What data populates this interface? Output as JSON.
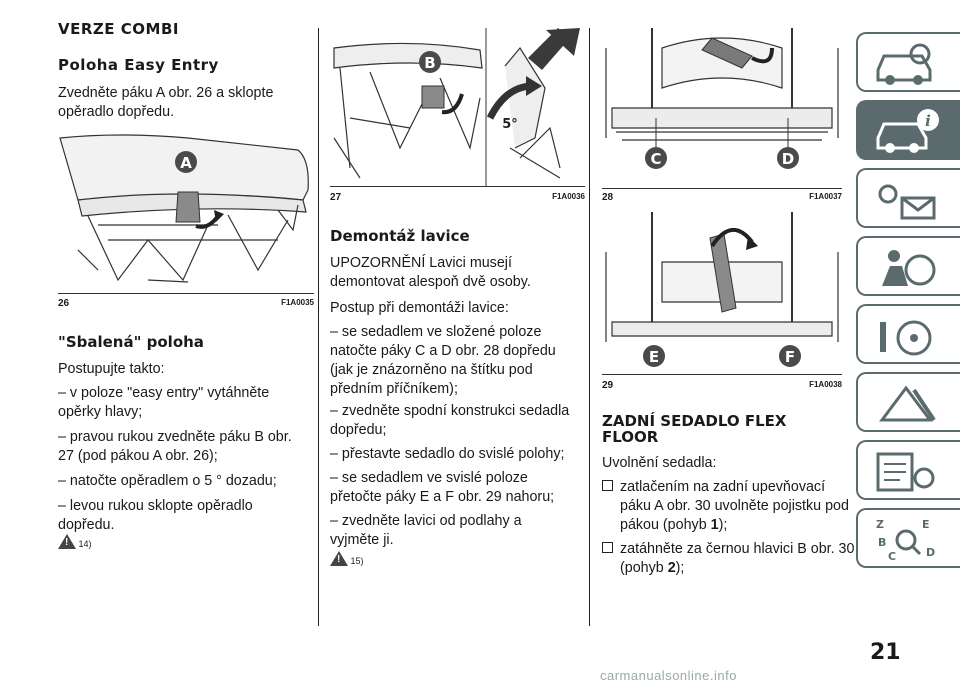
{
  "col1": {
    "title": "VERZE COMBI",
    "subtitle": "Poloha Easy Entry",
    "p1": "Zvedněte páku A obr. 26 a sklopte opěradlo dopředu.",
    "fig": {
      "label_a": "A",
      "num": "26",
      "code": "F1A0035"
    },
    "heading2": "\"Sbalená\" poloha",
    "p2": "Postupujte takto:",
    "p3": "– v poloze \"easy entry\" vytáhněte opěrky hlavy;",
    "p4": "– pravou rukou zvedněte páku B obr. 27 (pod pákou A obr. 26);",
    "p5": "– natočte opěradlem o 5 ° dozadu;",
    "p6": "– levou rukou sklopte opěradlo dopředu.",
    "warn": "14)"
  },
  "col2": {
    "fig": {
      "label_b": "B",
      "angle": "5°",
      "num": "27",
      "code": "F1A0036"
    },
    "heading": "Demontáž lavice",
    "p1": "UPOZORNĚNÍ Lavici musejí demontovat alespoň dvě osoby.",
    "p2": "Postup při demontáži lavice:",
    "p3": "– se sedadlem ve složené poloze natočte páky C a D obr. 28 dopředu (jak je znázorněno na štítku pod předním příčníkem);",
    "p4": "– zvedněte spodní konstrukci sedadla dopředu;",
    "p5": "– přestavte sedadlo do svislé polohy;",
    "p6": "– se sedadlem ve svislé poloze přetočte páky E a F obr. 29 nahoru;",
    "p7": "– zvedněte lavici od podlahy a vyjměte ji.",
    "warn": "15)"
  },
  "col3": {
    "fig28": {
      "label_c": "C",
      "label_d": "D",
      "num": "28",
      "code": "F1A0037"
    },
    "fig29": {
      "label_e": "E",
      "label_f": "F",
      "num": "29",
      "code": "F1A0038"
    },
    "heading": "ZADNÍ SEDADLO FLEX FLOOR",
    "p1": "Uvolnění sedadla:",
    "b1_a": "zatlačením na zadní upevňovací páku A obr. 30 uvolněte pojistku pod pákou (pohyb ",
    "b1_n": "1",
    "b1_b": ");",
    "b2_a": "zatáhněte za černou hlavici B obr. 30 (pohyb ",
    "b2_n": "2",
    "b2_b": ");"
  },
  "page_number": "21",
  "watermark": "carmanualsonline.info",
  "colors": {
    "tab": "#5b6b6d",
    "text": "#1a1a1a"
  }
}
